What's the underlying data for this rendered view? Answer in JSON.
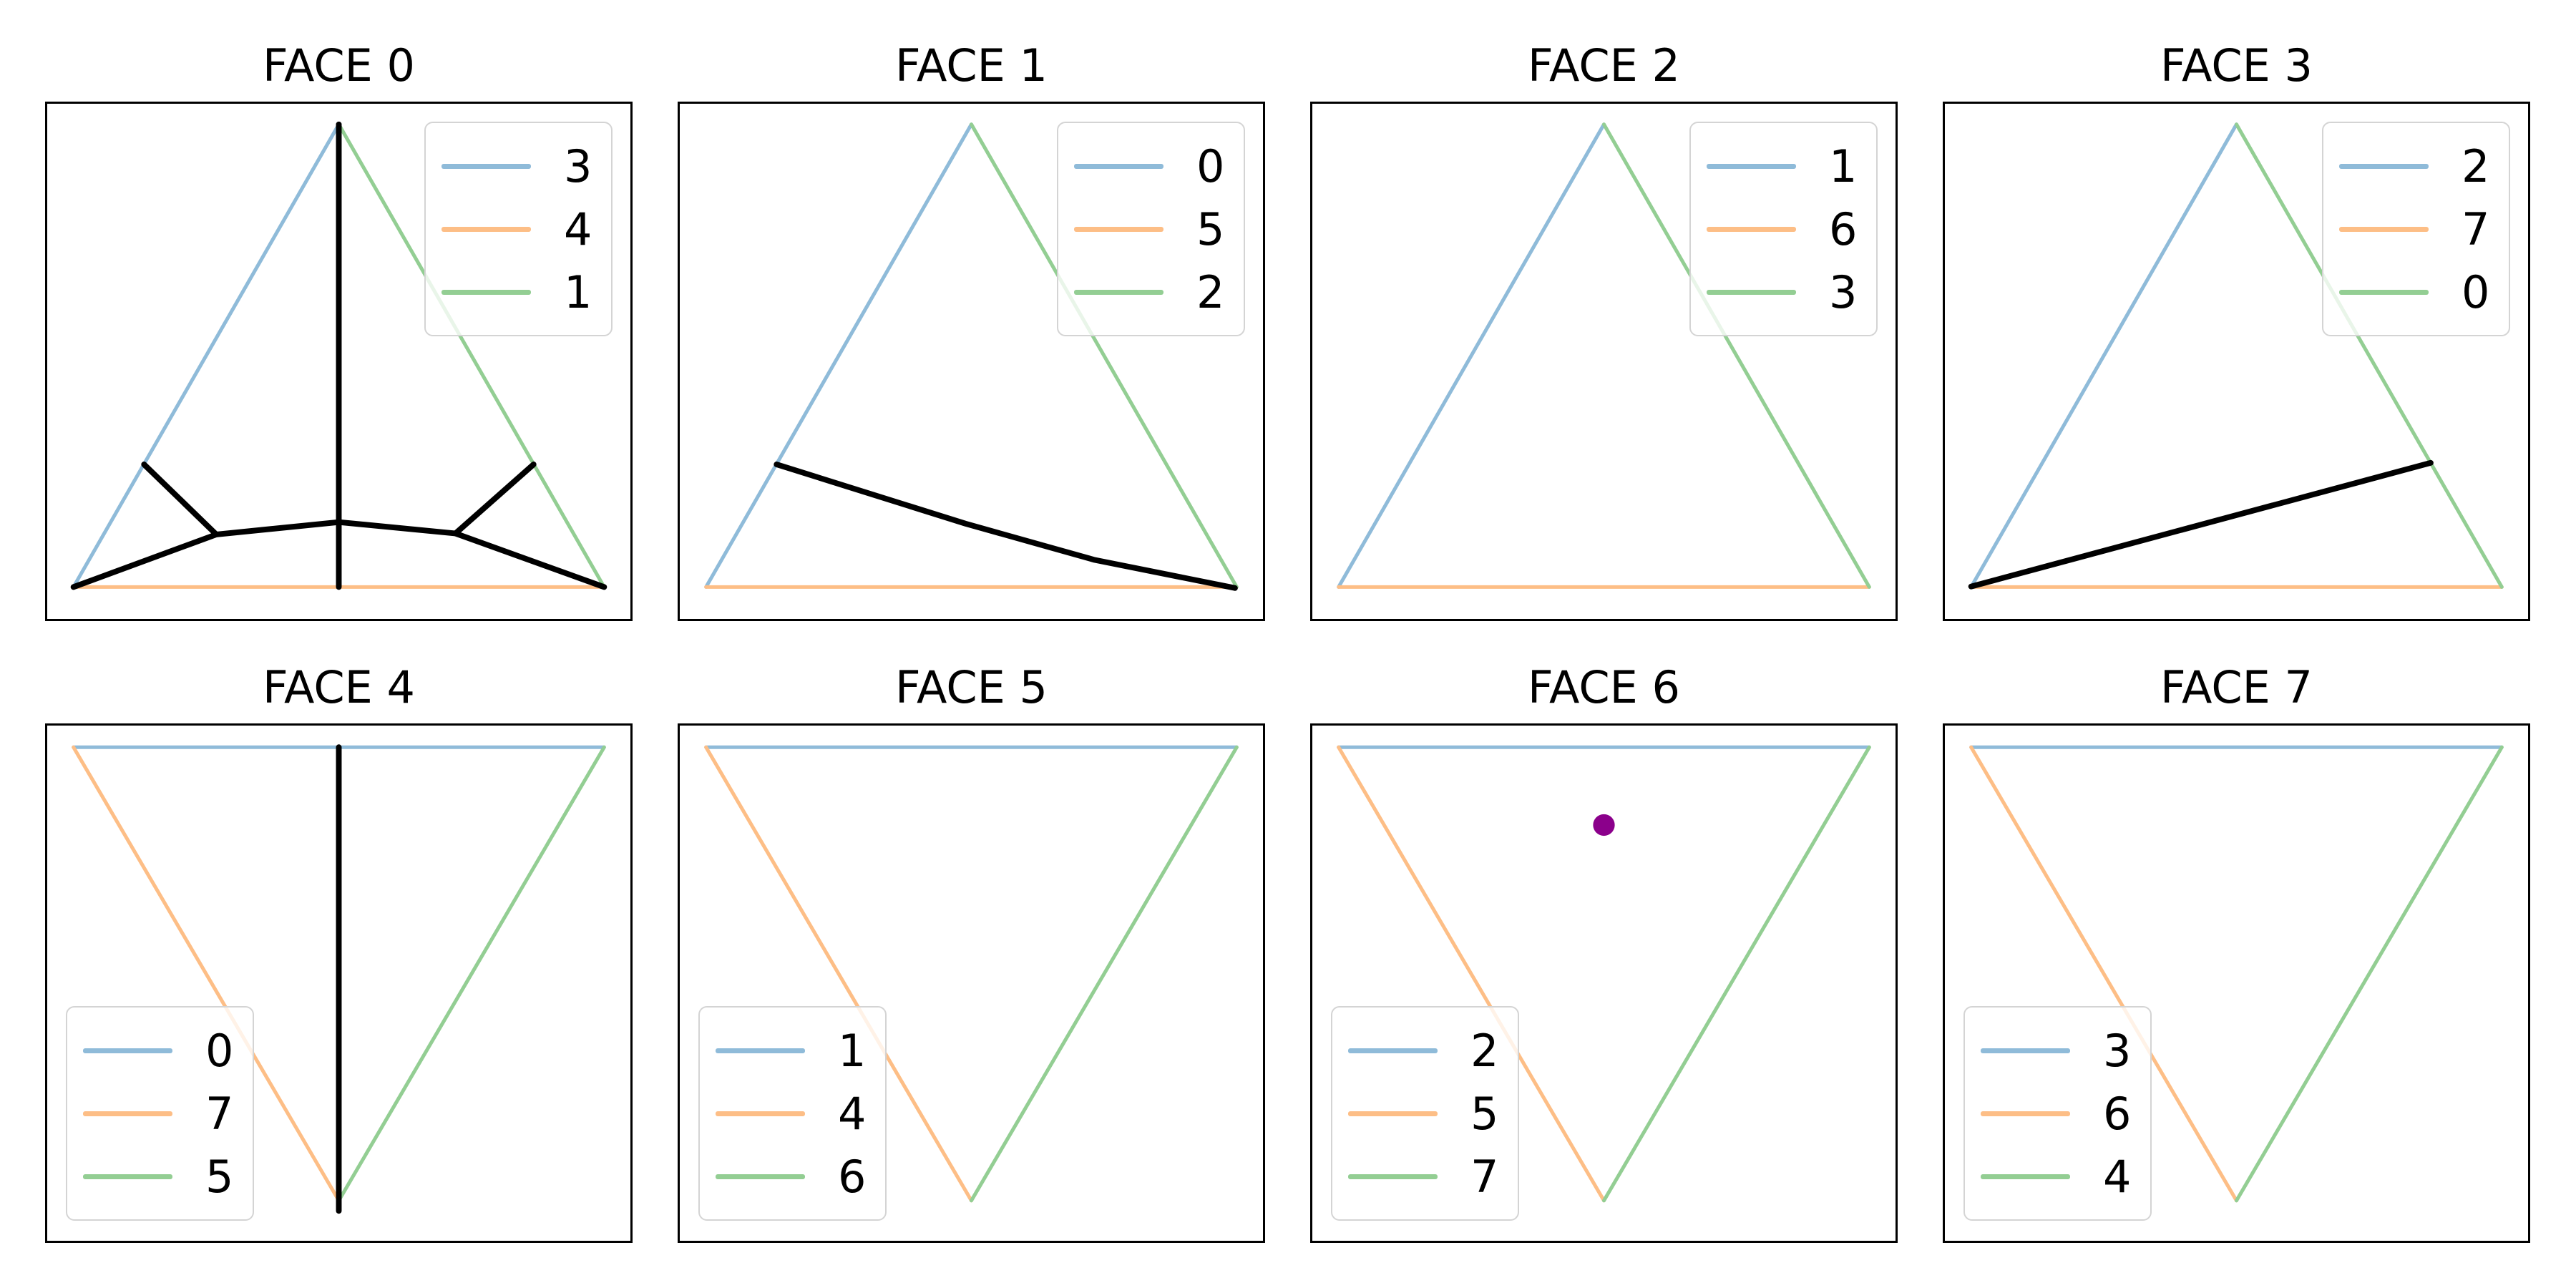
{
  "figure": {
    "background": "#ffffff",
    "spine_color": "#000000"
  },
  "chart_data": {
    "type": "line",
    "title": "",
    "layout": {
      "rows": 2,
      "cols": 4,
      "grid": false,
      "axes_ticks": false,
      "legend_position_top_row": "upper right",
      "legend_position_bottom_row": "lower left"
    },
    "edge_colors": {
      "blue": "#8FBBD9",
      "orange": "#FDBE86",
      "green": "#93CE93"
    },
    "overlay_color": "#000000",
    "dot_color": "#8B008B",
    "triangle_up": {
      "apex": [
        0.5,
        0.04
      ],
      "bottom_left": [
        0.045,
        0.938
      ],
      "bottom_right": [
        0.955,
        0.938
      ]
    },
    "triangle_down": {
      "top_left": [
        0.045,
        0.042
      ],
      "top_right": [
        0.955,
        0.042
      ],
      "apex": [
        0.5,
        0.922
      ]
    },
    "subplots": [
      {
        "title": "FACE 0",
        "orientation": "up",
        "legend_position": "top-right",
        "legend": [
          {
            "color": "blue",
            "label": "3"
          },
          {
            "color": "orange",
            "label": "4"
          },
          {
            "color": "green",
            "label": "1"
          }
        ],
        "overlay_paths": [
          [
            [
              0.5,
              0.04
            ],
            [
              0.5,
              0.938
            ]
          ],
          [
            [
              0.045,
              0.938
            ],
            [
              0.29,
              0.836
            ],
            [
              0.5,
              0.812
            ],
            [
              0.7,
              0.834
            ],
            [
              0.955,
              0.938
            ]
          ],
          [
            [
              0.29,
              0.836
            ],
            [
              0.166,
              0.7
            ]
          ],
          [
            [
              0.7,
              0.834
            ],
            [
              0.834,
              0.7
            ]
          ]
        ],
        "dot": null
      },
      {
        "title": "FACE 1",
        "orientation": "up",
        "legend_position": "top-right",
        "legend": [
          {
            "color": "blue",
            "label": "0"
          },
          {
            "color": "orange",
            "label": "5"
          },
          {
            "color": "green",
            "label": "2"
          }
        ],
        "overlay_paths": [
          [
            [
              0.166,
              0.7
            ],
            [
              0.49,
              0.815
            ],
            [
              0.71,
              0.885
            ],
            [
              0.952,
              0.94
            ]
          ]
        ],
        "dot": null
      },
      {
        "title": "FACE 2",
        "orientation": "up",
        "legend_position": "top-right",
        "legend": [
          {
            "color": "blue",
            "label": "1"
          },
          {
            "color": "orange",
            "label": "6"
          },
          {
            "color": "green",
            "label": "3"
          }
        ],
        "overlay_paths": [],
        "dot": null
      },
      {
        "title": "FACE 3",
        "orientation": "up",
        "legend_position": "top-right",
        "legend": [
          {
            "color": "blue",
            "label": "2"
          },
          {
            "color": "orange",
            "label": "7"
          },
          {
            "color": "green",
            "label": "0"
          }
        ],
        "overlay_paths": [
          [
            [
              0.045,
              0.937
            ],
            [
              0.833,
              0.697
            ]
          ]
        ],
        "dot": null
      },
      {
        "title": "FACE 4",
        "orientation": "down",
        "legend_position": "bottom-left",
        "legend": [
          {
            "color": "blue",
            "label": "0"
          },
          {
            "color": "orange",
            "label": "7"
          },
          {
            "color": "green",
            "label": "5"
          }
        ],
        "overlay_paths": [
          [
            [
              0.5,
              0.042
            ],
            [
              0.5,
              0.942
            ]
          ]
        ],
        "dot": null
      },
      {
        "title": "FACE 5",
        "orientation": "down",
        "legend_position": "bottom-left",
        "legend": [
          {
            "color": "blue",
            "label": "1"
          },
          {
            "color": "orange",
            "label": "4"
          },
          {
            "color": "green",
            "label": "6"
          }
        ],
        "overlay_paths": [],
        "dot": null
      },
      {
        "title": "FACE 6",
        "orientation": "down",
        "legend_position": "bottom-left",
        "legend": [
          {
            "color": "blue",
            "label": "2"
          },
          {
            "color": "orange",
            "label": "5"
          },
          {
            "color": "green",
            "label": "7"
          }
        ],
        "overlay_paths": [],
        "dot": [
          0.5,
          0.193
        ]
      },
      {
        "title": "FACE 7",
        "orientation": "down",
        "legend_position": "bottom-left",
        "legend": [
          {
            "color": "blue",
            "label": "3"
          },
          {
            "color": "orange",
            "label": "6"
          },
          {
            "color": "green",
            "label": "4"
          }
        ],
        "overlay_paths": [],
        "dot": null
      }
    ]
  }
}
